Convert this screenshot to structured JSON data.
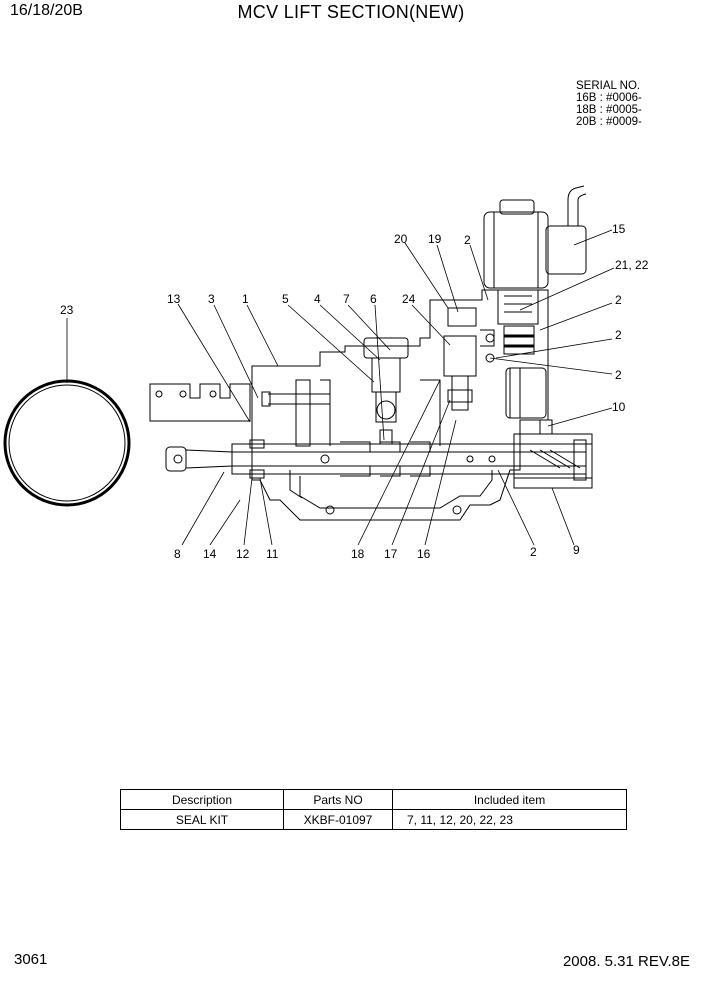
{
  "header": {
    "model": "16/18/20B",
    "title": "MCV LIFT SECTION(NEW)"
  },
  "serial": {
    "heading": "SERIAL NO.",
    "lines": [
      "16B : #0006-",
      "18B : #0005-",
      "20B : #0009-"
    ]
  },
  "callouts": {
    "c23": "23",
    "c13": "13",
    "c3": "3",
    "c1": "1",
    "c5": "5",
    "c4": "4",
    "c7": "7",
    "c6": "6",
    "c24": "24",
    "c20": "20",
    "c19": "19",
    "c2a": "2",
    "c15": "15",
    "c2122": "21, 22",
    "c2b": "2",
    "c2c": "2",
    "c2d": "2",
    "c10": "10",
    "c8": "8",
    "c14": "14",
    "c12": "12",
    "c11": "11",
    "c18": "18",
    "c17": "17",
    "c16": "16",
    "c2e": "2",
    "c9": "9"
  },
  "table": {
    "headers": [
      "Description",
      "Parts NO",
      "Included item"
    ],
    "row": [
      "SEAL KIT",
      "XKBF-01097",
      "7, 11, 12, 20, 22, 23"
    ]
  },
  "footer": {
    "page": "3061",
    "revision": "2008. 5.31  REV.8E"
  }
}
